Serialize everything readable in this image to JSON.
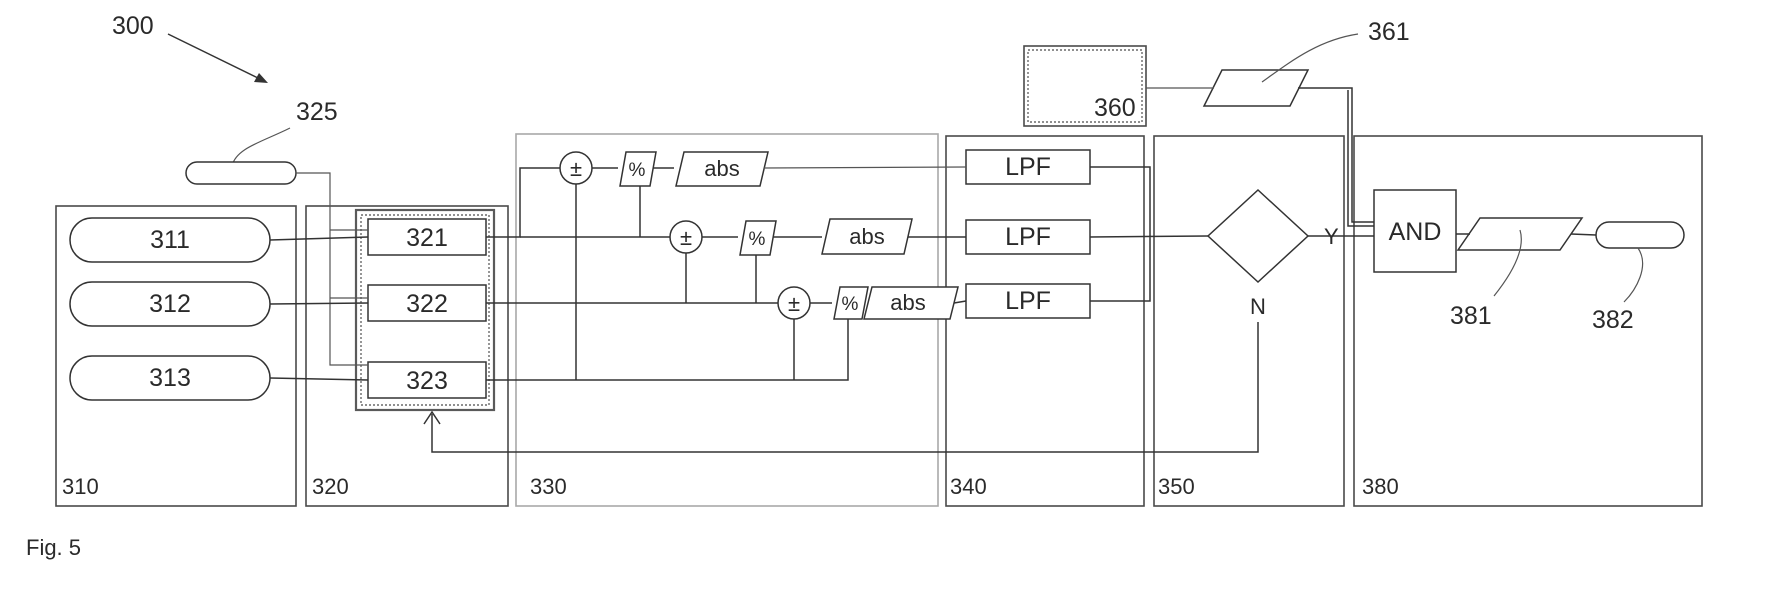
{
  "diagram": {
    "ref_main": "300",
    "ref_325": "325",
    "ref_360": "360",
    "ref_361": "361",
    "ref_381": "381",
    "ref_382": "382",
    "panels": {
      "p310": "310",
      "p320": "320",
      "p330": "330",
      "p340": "340",
      "p350": "350",
      "p380": "380"
    },
    "inputs": [
      "311",
      "312",
      "313"
    ],
    "selectors": [
      "321",
      "322",
      "323"
    ],
    "op_diff": "±",
    "op_pct": "%",
    "op_abs": "abs",
    "filter": "LPF",
    "decision_yes": "Y",
    "decision_no": "N",
    "gate": "AND",
    "caption": "Fig. 5"
  }
}
